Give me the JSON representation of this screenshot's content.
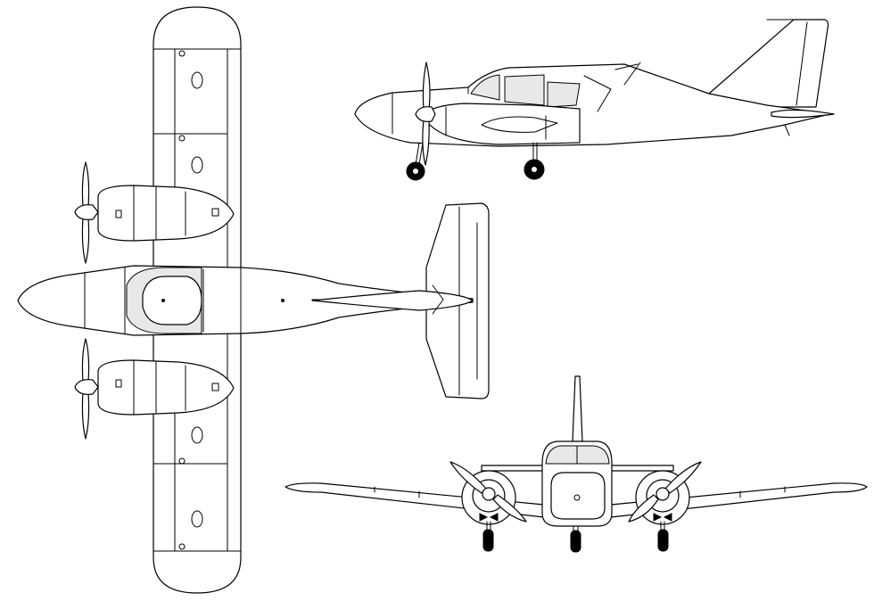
{
  "drawing": {
    "views": [
      "top-view",
      "side-view",
      "front-view"
    ],
    "colors": {
      "line": "#000000",
      "fill": "#ffffff",
      "glass": "#e8e8e8"
    }
  }
}
